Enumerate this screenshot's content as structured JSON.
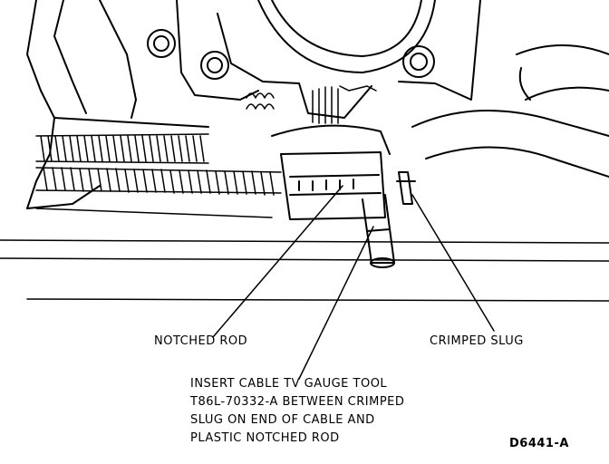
{
  "labels": {
    "notched_rod": "NOTCHED ROD",
    "crimped_slug": "CRIMPED SLUG",
    "instruction": [
      "INSERT CABLE TV GAUGE TOOL",
      "T86L-70332-A BETWEEN CRIMPED",
      "SLUG ON END OF CABLE AND",
      "PLASTIC NOTCHED ROD"
    ],
    "figure_id": "D6441-A"
  },
  "colors": {
    "ink": "#000000",
    "paper": "#ffffff"
  }
}
